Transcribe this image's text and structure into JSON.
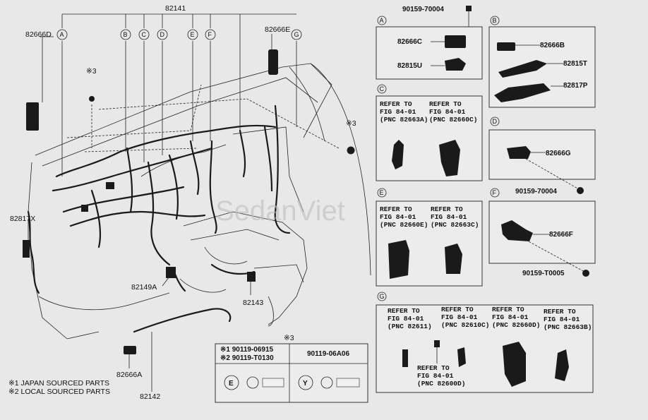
{
  "parts": {
    "p82141": "82141",
    "p82666D": "82666D",
    "p82666E": "82666E",
    "p82817X": "82817X",
    "p82149A": "82149A",
    "p82143": "82143",
    "p82666A": "82666A",
    "p82142": "82142",
    "star3_a": "※3",
    "star3_b": "※3",
    "star3_c": "※3"
  },
  "callouts": {
    "A": "A",
    "B": "B",
    "C": "C",
    "D": "D",
    "E": "E",
    "F": "F",
    "G": "G"
  },
  "insets": {
    "A": {
      "bolt": "90159-70004",
      "p1": "82666C",
      "p2": "82815U"
    },
    "B": {
      "p1": "82666B",
      "p2": "82815T",
      "p3": "82817P"
    },
    "C": {
      "left": [
        "REFER TO",
        "FIG 84-01",
        "(PNC 82663A)"
      ],
      "right": [
        "REFER TO",
        "FIG 84-01",
        "(PNC 82660C)"
      ]
    },
    "D": {
      "p1": "82666G",
      "bolt": "90159-70004"
    },
    "E": {
      "left": [
        "REFER TO",
        "FIG 84-01",
        "(PNC 82660E)"
      ],
      "right": [
        "REFER TO",
        "FIG 84-01",
        "(PNC 82663C)"
      ]
    },
    "F": {
      "p1": "82666F",
      "bolt": "90159-T0005"
    },
    "G": {
      "r1": [
        "REFER TO",
        "FIG 84-01",
        "(PNC 82611)"
      ],
      "r2": [
        "REFER TO",
        "FIG 84-01",
        "(PNC 82610C)"
      ],
      "r3": [
        "REFER TO",
        "FIG 84-01",
        "(PNC 82660D)"
      ],
      "r4": [
        "REFER TO",
        "FIG 84-01",
        "(PNC 82663B)"
      ],
      "r5": [
        "REFER TO",
        "FIG 84-01",
        "(PNC 82600D)"
      ]
    }
  },
  "fastener_table": {
    "star3": "※3",
    "row1": "※1  90119-06915",
    "row2": "※2  90119-T0130",
    "right": "90119-06A06",
    "mark_e": "E",
    "mark_y": "Y"
  },
  "notes": {
    "n1": "※1 JAPAN SOURCED PARTS",
    "n2": "※2 LOCAL SOURCED PARTS"
  },
  "watermark": "SedanViet"
}
